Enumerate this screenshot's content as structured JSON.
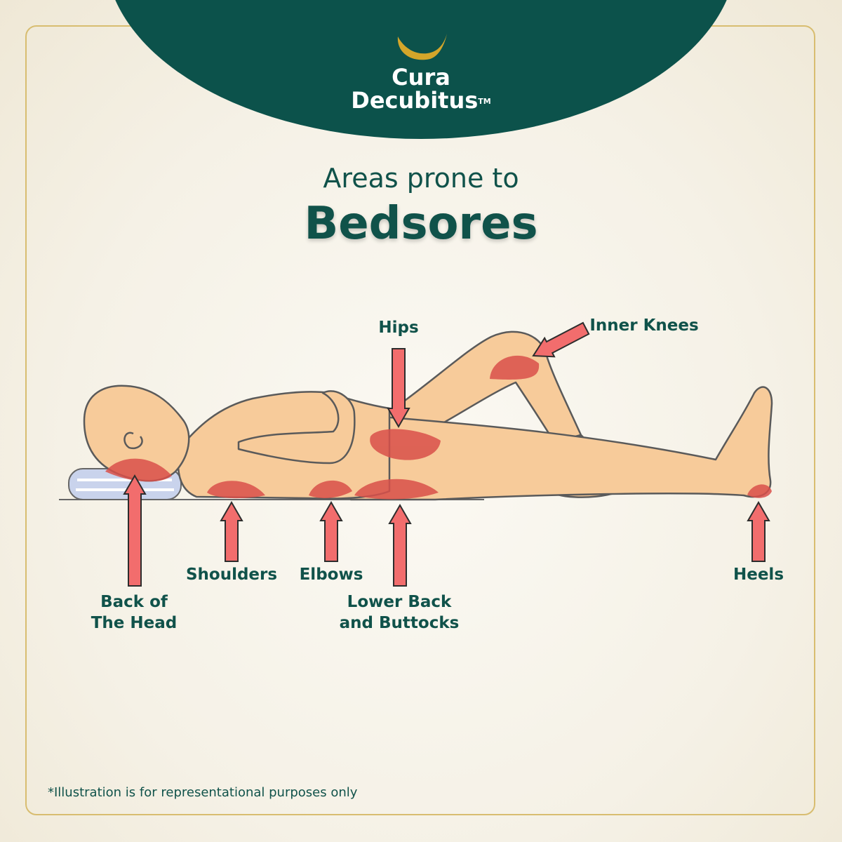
{
  "brand": {
    "line1": "Cura",
    "line2": "Decubitus",
    "trademark": "TM"
  },
  "heading": {
    "subtitle": "Areas prone to",
    "title": "Bedsores"
  },
  "labels": {
    "hips": "Hips",
    "inner_knees": "Inner Knees",
    "shoulders": "Shoulders",
    "elbows": "Elbows",
    "heels": "Heels",
    "back_of_head": [
      "Back of",
      "The Head"
    ],
    "lower_back": [
      "Lower Back",
      "and Buttocks"
    ]
  },
  "footnote": "*Illustration is for representational purposes only",
  "colors": {
    "brand_green": "#0c524b",
    "gold": "#d4a62a",
    "skin": "#f7cb9a",
    "sore": "#d9504a",
    "arrow": "#f26d6d"
  }
}
